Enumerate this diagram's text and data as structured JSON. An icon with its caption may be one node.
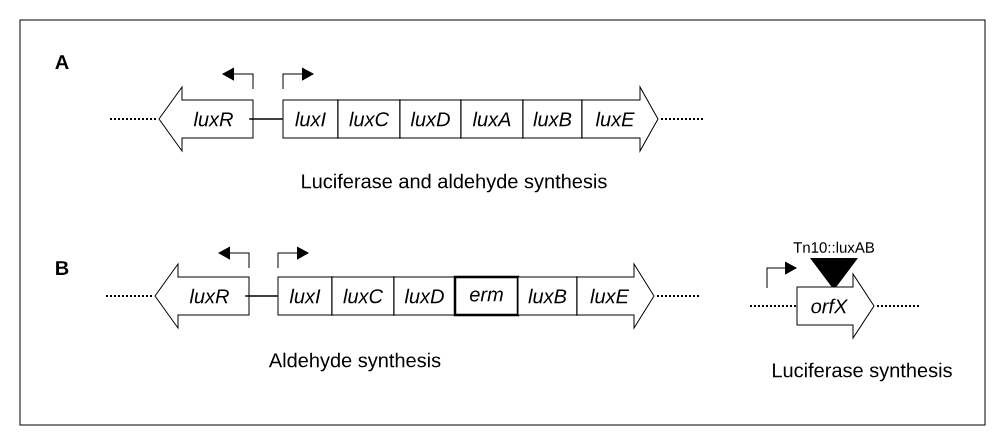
{
  "diagram": {
    "nodes": [
      {
        "text": [
          "luxR"
        ]
      },
      {
        "text": [
          "luxI"
        ]
      },
      {
        "text": [
          "luxC"
        ]
      },
      {
        "text": [
          "luxD"
        ]
      },
      {
        "text": [
          "luxA"
        ]
      },
      {
        "text": [
          "luxB"
        ]
      },
      {
        "text": [
          "luxE"
        ]
      },
      {
        "text": [
          "luxR"
        ]
      },
      {
        "text": [
          "luxI"
        ]
      },
      {
        "text": [
          "luxC"
        ]
      },
      {
        "text": [
          "luxD"
        ]
      },
      {
        "text": [
          "erm"
        ]
      },
      {
        "text": [
          "luxB"
        ]
      },
      {
        "text": [
          "luxE"
        ]
      },
      {
        "text": [
          "Tn10::luxAB"
        ]
      },
      {
        "text": [
          "orfX"
        ]
      }
    ],
    "edges": [
      {
        "from": 0,
        "to": 1,
        "arrow": "none"
      },
      {
        "from": 7,
        "to": 8,
        "arrow": "none"
      }
    ],
    "labels": [
      "A",
      "Luciferase and aldehyde synthesis",
      "B",
      "Aldehyde synthesis",
      "Luciferase synthesis"
    ]
  }
}
